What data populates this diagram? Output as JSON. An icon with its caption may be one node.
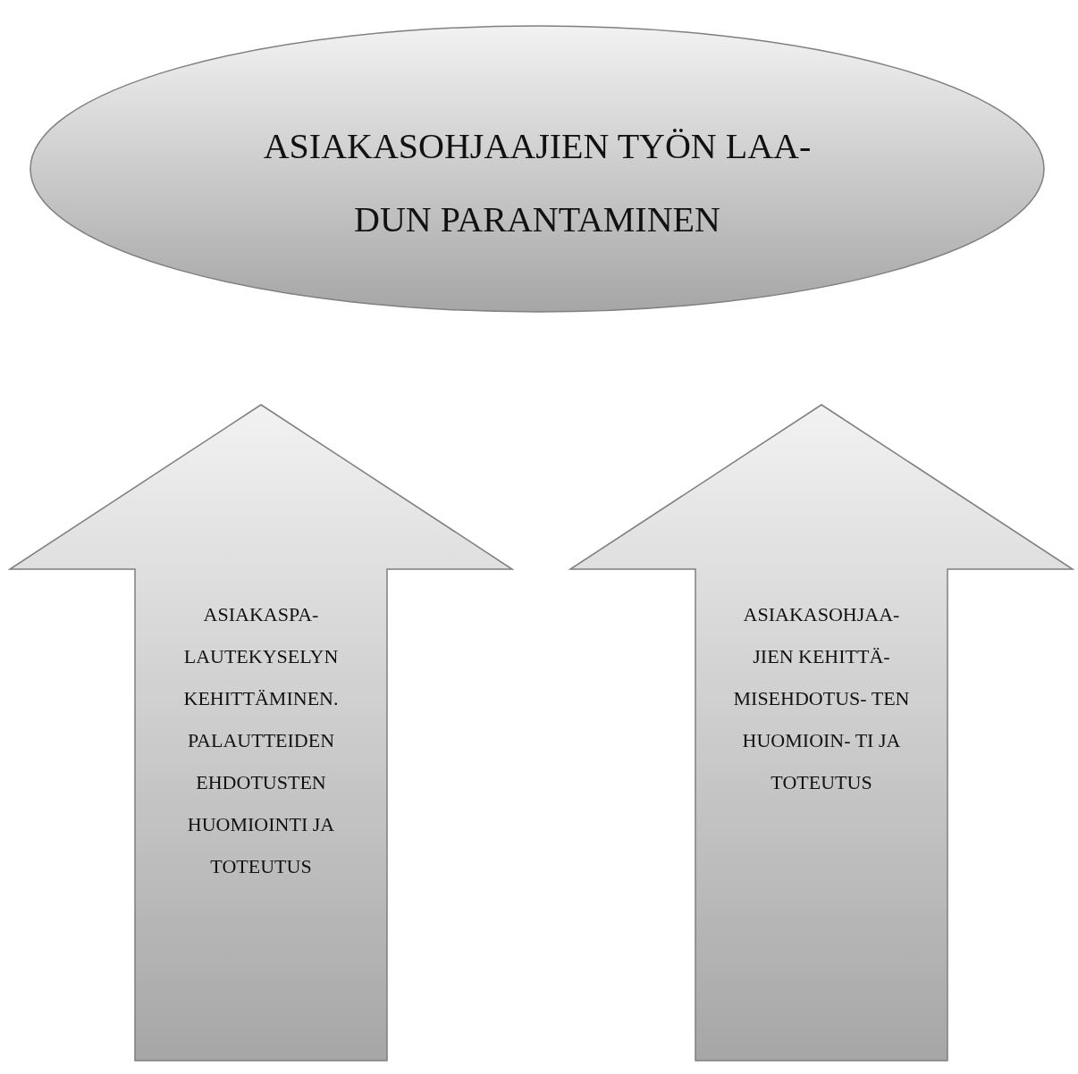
{
  "diagram": {
    "nodes": [
      {
        "text": [
          "ASIAKASOHJAAJIEN TYÖN LAA- DUN PARANTAMINEN"
        ]
      },
      {
        "text": [
          "ASIAKASPA- LAUTEKYSELYN KEHITTÄMINEN. PALAUTTEIDEN EHDOTUSTEN HUOMIOINTI JA TOTEUTUS"
        ]
      },
      {
        "text": [
          "ASIAKASOHJAA- JIEN KEHITTÄ- MISEHDOTUS- TEN HUOMIOIN- TI JA TOTEUTUS"
        ]
      }
    ]
  }
}
